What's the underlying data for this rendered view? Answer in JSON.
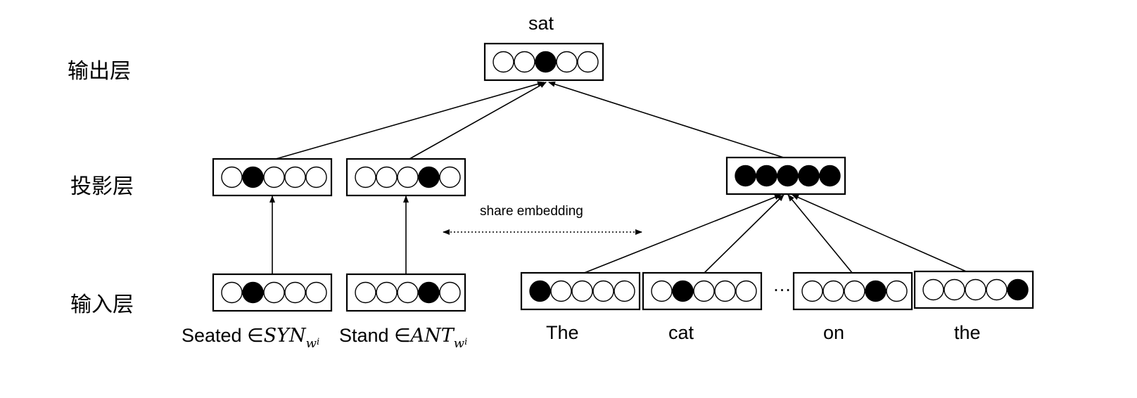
{
  "layers": {
    "output": "输出层",
    "projection": "投影层",
    "input": "输入层"
  },
  "output_word": "sat",
  "share_label": "share embedding",
  "ellipsis": "…",
  "words": {
    "seated": "Seated",
    "stand": "Stand",
    "the1": "The",
    "cat": "cat",
    "on": "on",
    "the2": "the"
  },
  "math": {
    "elem": "∈",
    "syn": "SYN",
    "ant": "ANT",
    "w": "w",
    "i": "i"
  },
  "vectors": {
    "output": [
      0,
      0,
      1,
      0,
      0
    ],
    "proj_syn": [
      0,
      1,
      0,
      0,
      0
    ],
    "proj_ant": [
      0,
      0,
      0,
      1,
      0
    ],
    "proj_ctx": [
      1,
      1,
      1,
      1,
      1
    ],
    "in_seated": [
      0,
      1,
      0,
      0,
      0
    ],
    "in_stand": [
      0,
      0,
      0,
      1,
      0
    ],
    "in_the": [
      1,
      0,
      0,
      0,
      0
    ],
    "in_cat": [
      0,
      1,
      0,
      0,
      0
    ],
    "in_on": [
      0,
      0,
      0,
      1,
      0
    ],
    "in_the2": [
      0,
      0,
      0,
      0,
      1
    ]
  }
}
